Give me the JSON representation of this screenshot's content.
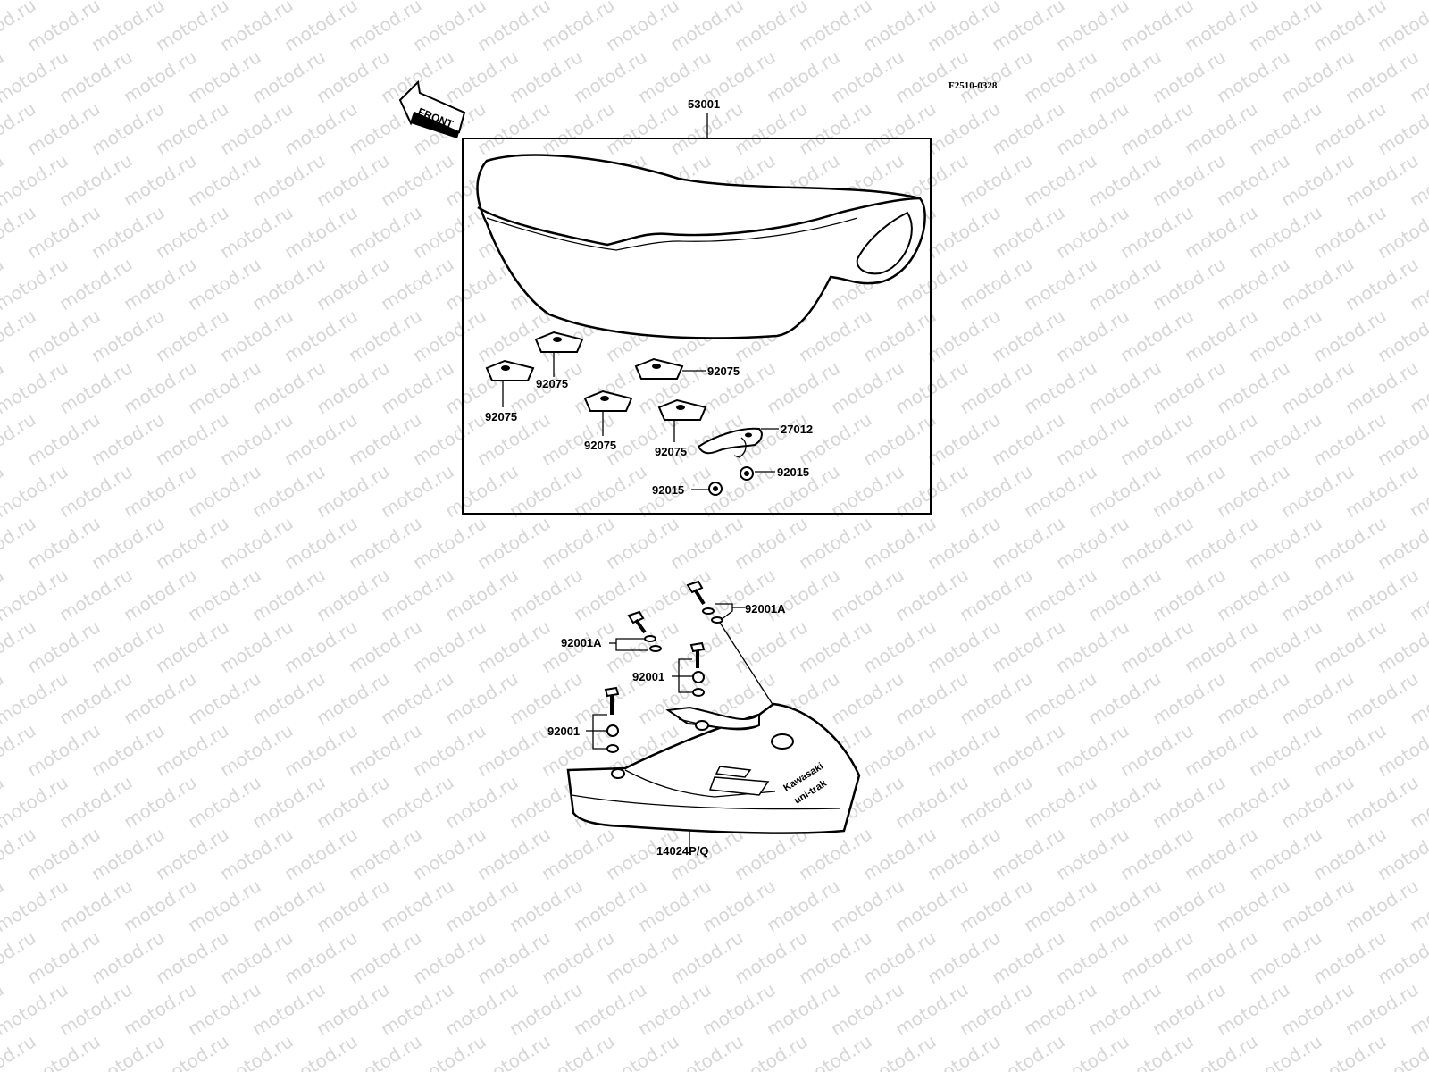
{
  "watermark": {
    "text": "motod.ru"
  },
  "diagram_code": "F2510-0328",
  "front_label": "FRONT",
  "brand_text": [
    "Kawasaki",
    "uni-trak"
  ],
  "labels": {
    "seat": "53001",
    "hinge": "27012",
    "cover": "14024P/Q",
    "damper_1": "92075",
    "damper_2": "92075",
    "damper_3": "92075",
    "damper_4": "92075",
    "damper_5": "92075",
    "nut_1": "92015",
    "nut_2": "92015",
    "bolt_a1": "92001A",
    "bolt_a2": "92001A",
    "bolt_1": "92001",
    "bolt_2": "92001"
  }
}
